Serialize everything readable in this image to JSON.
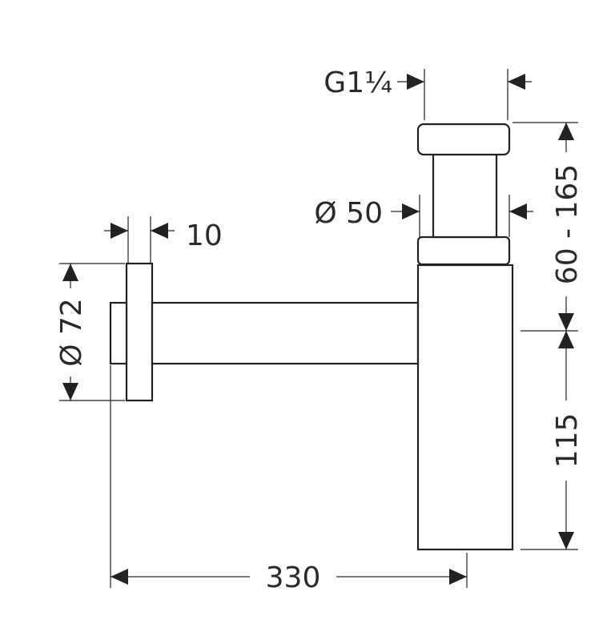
{
  "drawing": {
    "line_color": "#222222",
    "background": "#ffffff",
    "dimensions": {
      "thread": "G1¼",
      "tube_diameter": "Ø 50",
      "height_range": "60 - 165",
      "flange_thickness": "10",
      "flange_diameter": "Ø 72",
      "lower_height": "115",
      "total_length": "330"
    }
  }
}
